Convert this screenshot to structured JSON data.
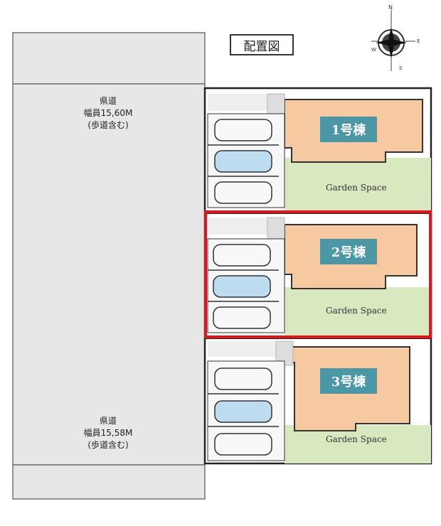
{
  "title": "配置図",
  "compass": {
    "n": "N",
    "e": "E",
    "s": "S",
    "w": "W"
  },
  "road_top": {
    "line1": "県道",
    "line2": "幅員15,60M",
    "line3": "(歩道含む)"
  },
  "road_bottom": {
    "line1": "県道",
    "line2": "幅員15,58M",
    "line3": "(歩道含む)"
  },
  "lots": [
    {
      "building": "1号棟",
      "garden": "Garden Space",
      "highlighted": false
    },
    {
      "building": "2号棟",
      "garden": "Garden Space",
      "highlighted": true
    },
    {
      "building": "3号棟",
      "garden": "Garden Space",
      "highlighted": false
    }
  ],
  "colors": {
    "road": "#e6e7e6",
    "building": "#f6c9a1",
    "garden": "#d8e8bf",
    "label": "#4b97a6",
    "highlight": "#e0141b"
  }
}
